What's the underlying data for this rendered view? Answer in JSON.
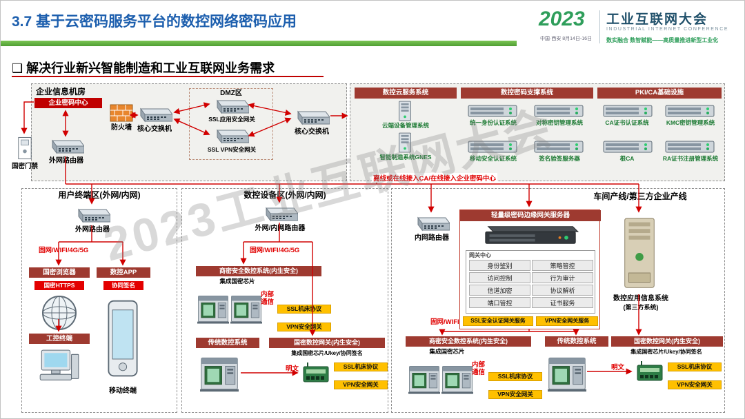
{
  "colors": {
    "title_blue": "#1d5fae",
    "accent_green": "#63b53e",
    "header_dark_red": "#9e3a30",
    "arrow_red": "#d10000",
    "badge_red": "#e30000",
    "pill_yellow": "#ffc000",
    "label_green": "#1c7a33"
  },
  "header": {
    "title": "3.7 基于云密码服务平台的数控网络密码应用",
    "subtitle": "❑ 解决行业新兴智能制造和工业互联网业务需求",
    "logo": {
      "year": "2023",
      "venue": "中国·西安 8月14日-16日",
      "name": "工业互联网大会",
      "name_en": "INDUSTRIAL INTERNET CONFERENCE",
      "slogan": "数实融合 数智赋能——高质量推进新型工业化"
    }
  },
  "watermark": "2023工业互联网大会",
  "enterprise_room": {
    "title": "企业信息机房",
    "crypto_center": "企业密码中心",
    "firewall": "防火墙",
    "core_switch_left": "核心交换机",
    "core_switch_right": "核心交换机",
    "dmz": {
      "title": "DMZ区",
      "ssl_app_gateway": "SSL应用安全网关",
      "ssl_vpn_gateway": "SSL VPN安全网关"
    },
    "external_router": "外网路由器",
    "door_access": "国密门禁"
  },
  "cloud_system": {
    "title": "数控云服务系统",
    "items": [
      {
        "label": "云端设备管理系统"
      },
      {
        "label": "智能制造系统GNES"
      }
    ]
  },
  "crypto_support": {
    "title": "数控密码支撑系统",
    "items": [
      {
        "label": "统一身份认证系统"
      },
      {
        "label": "对称密钥管理系统"
      },
      {
        "label": "移动安全认证系统"
      },
      {
        "label": "签名验签服务器"
      }
    ]
  },
  "pki": {
    "title": "PKI/CA基础设施",
    "items": [
      {
        "label": "CA证书认证系统"
      },
      {
        "label": "KMC密钥管理系统"
      },
      {
        "label": "根CA"
      },
      {
        "label": "RA证书注册管理系统"
      }
    ]
  },
  "access_note": "离线或在线接入CA/在线接入企业密码中心",
  "user_zone": {
    "title": "用户终端区(外网/内网)",
    "router": "外网路由器",
    "network": "固网/WIFI/4G/5G",
    "browser": {
      "title": "国密浏览器",
      "badge": "国密HTTPS"
    },
    "app": {
      "title": "数控APP",
      "badge": "协同签名"
    },
    "industrial_terminal": "工控终端",
    "mobile_terminal": "移动终端"
  },
  "device_zone": {
    "title": "数控设备区(外网/内网)",
    "router": "外网/内网路由器",
    "network": "固网/WIFI/4G/5G",
    "secure_cnc": {
      "title": "商密安全数控系统(内生安全)",
      "chip": "集成国密芯片",
      "comm": "内部通信",
      "ssl": "SSL机床协议",
      "vpn": "VPN安全网关"
    },
    "legacy_cnc": "传统数控系统",
    "gateway": {
      "title": "国密数控网关(内生安全)",
      "chip": "集成国密芯片/Ukey/协同签名",
      "plain": "明文",
      "ssl": "SSL机床协议",
      "vpn": "VPN安全网关"
    }
  },
  "workshop_zone": {
    "title": "车间产线/第三方企业产线",
    "router": "内网路由器",
    "edge_gateway": {
      "title": "轻量级密码边缘网关服务器",
      "center": "网关中心",
      "functions": [
        "身份鉴别",
        "策略管控",
        "访问控制",
        "行为审计",
        "信道加密",
        "协议解析",
        "端口管控",
        "证书服务"
      ],
      "ssl": "SSL安全认证网关服务",
      "vpn": "VPN安全网关服务"
    },
    "info_system": {
      "line1": "数控应用信息系统",
      "line2": "(第三方系统)"
    },
    "network": "固网/WIFI",
    "secure_cnc": {
      "title": "商密安全数控系统(内生安全)",
      "chip": "集成国密芯片",
      "comm": "内部通信",
      "ssl": "SSL机床协议",
      "vpn": "VPN安全网关"
    },
    "legacy_cnc": "传统数控系统",
    "gateway": {
      "title": "国密数控网关(内生安全)",
      "chip": "集成国密芯片/Ukey/协同签名",
      "plain": "明文",
      "ssl": "SSL机床协议",
      "vpn": "VPN安全网关"
    }
  }
}
